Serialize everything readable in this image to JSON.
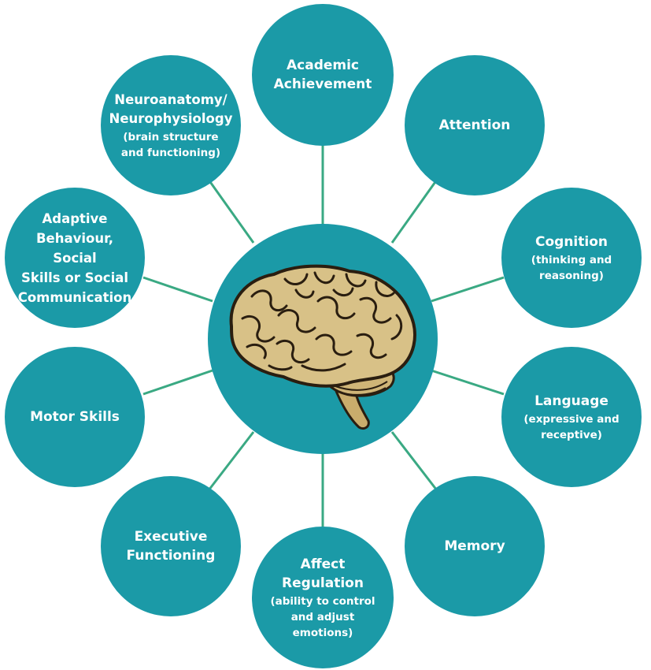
{
  "colors": {
    "node_fill": "#1b9aa7",
    "connector": "#3aa983",
    "text": "#ffffff",
    "brain_fill": "#d8c187",
    "brain_outline": "#2a1e10"
  },
  "center": {
    "icon": "brain-icon"
  },
  "nodes": [
    {
      "id": "academic",
      "title": "Academic\nAchievement",
      "subtitle": ""
    },
    {
      "id": "attention",
      "title": "Attention",
      "subtitle": ""
    },
    {
      "id": "cognition",
      "title": "Cognition",
      "subtitle": "(thinking and\nreasoning)"
    },
    {
      "id": "language",
      "title": "Language",
      "subtitle": "(expressive and\nreceptive)"
    },
    {
      "id": "memory",
      "title": "Memory",
      "subtitle": ""
    },
    {
      "id": "affect",
      "title": "Affect Regulation",
      "subtitle": "(ability to control\nand adjust\nemotions)"
    },
    {
      "id": "executive",
      "title": "Executive\nFunctioning",
      "subtitle": ""
    },
    {
      "id": "motor",
      "title": "Motor Skills",
      "subtitle": ""
    },
    {
      "id": "adaptive",
      "title": "Adaptive\nBehaviour, Social\nSkills or Social\nCommunication",
      "subtitle": ""
    },
    {
      "id": "neuro",
      "title": "Neuroanatomy/\nNeurophysiology",
      "subtitle": "(brain structure\nand  functioning)"
    }
  ]
}
